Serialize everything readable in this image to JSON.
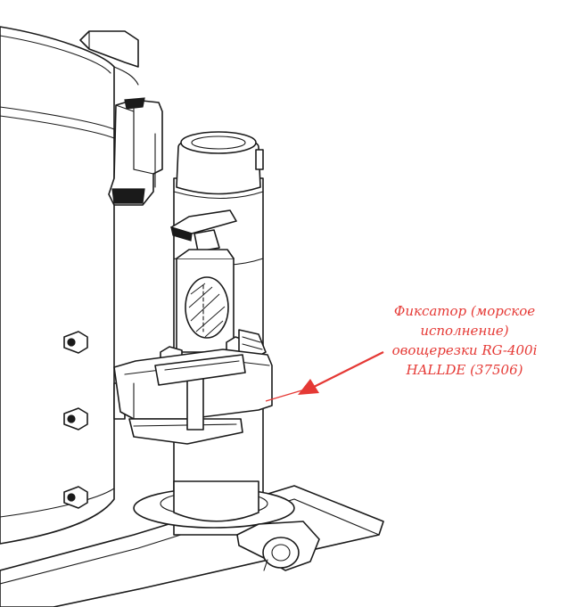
{
  "callout": {
    "lines": [
      "Фиксатор (морское",
      "исполнение)",
      "овощерезки RG-400i",
      "HALLDE (37506)"
    ]
  },
  "colors": {
    "callout_text": "#e53935",
    "arrow": "#e53935",
    "line_art": "#1a1a1a",
    "background": "#ffffff"
  }
}
